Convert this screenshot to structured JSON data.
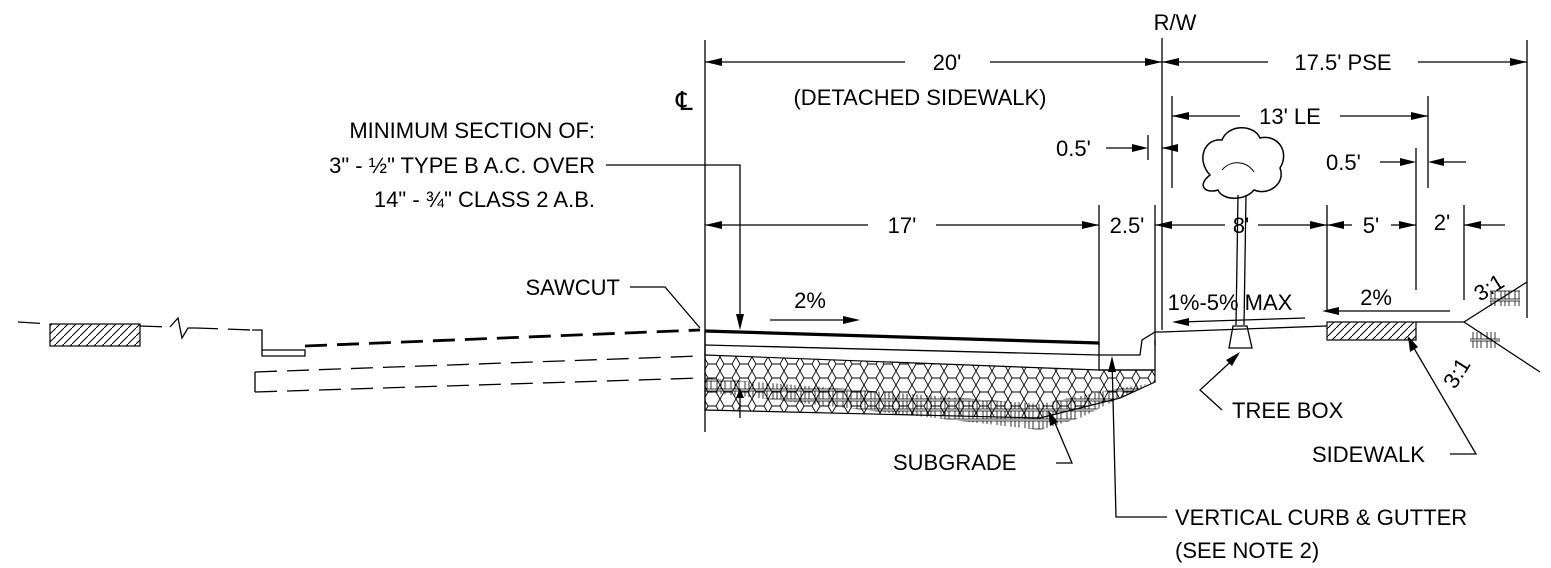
{
  "labels": {
    "rw": "R/W",
    "centerline": "℄",
    "dim_20": "20'",
    "detached": "(DETACHED SIDEWALK)",
    "dim_pse": "17.5' PSE",
    "dim_le": "13' LE",
    "min_section_1": "MINIMUM SECTION OF:",
    "min_section_2": "3\" - ½\" TYPE B A.C. OVER",
    "min_section_3": "14\" - ¾\" CLASS 2 A.B.",
    "dim_05_left": "0.5'",
    "dim_05_right": "0.5'",
    "dim_17": "17'",
    "dim_25": "2.5'",
    "dim_8": "8'",
    "dim_5": "5'",
    "dim_2": "2'",
    "slope_3_1_top": "3:1",
    "slope_3_1_bottom": "3:1",
    "sawcut": "SAWCUT",
    "pct_2_left": "2%",
    "pct_range": "1%-5% MAX",
    "pct_2_right": "2%",
    "tree_box": "TREE BOX",
    "sidewalk": "SIDEWALK",
    "subgrade": "SUBGRADE",
    "curb_1": "VERTICAL  CURB & GUTTER",
    "curb_2": "(SEE NOTE 2)"
  }
}
